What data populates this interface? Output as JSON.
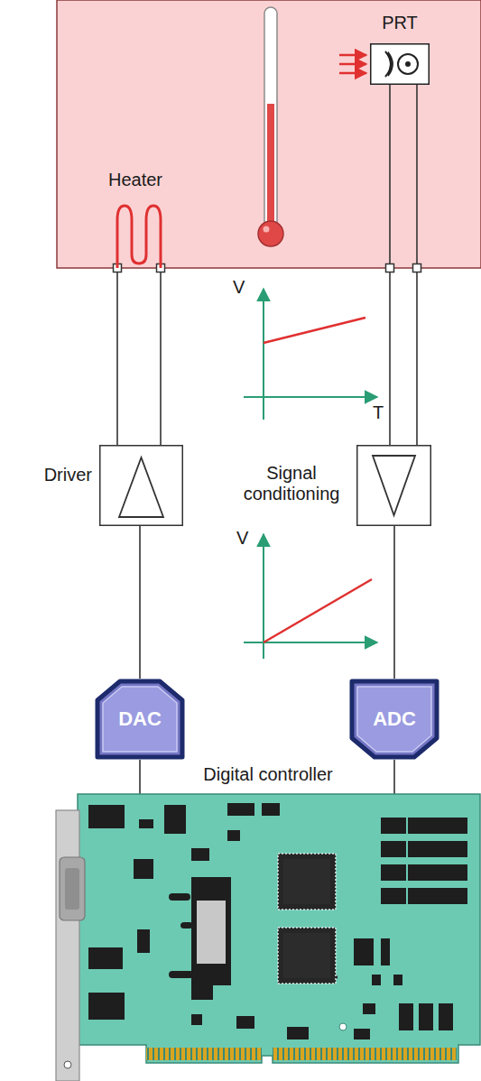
{
  "diagram": {
    "nodes": [
      {
        "text": [
          "Heater"
        ]
      },
      {
        "text": [
          "PRT"
        ]
      },
      {
        "text": [
          "Driver"
        ]
      },
      {
        "text": [
          "Signal conditioning"
        ]
      },
      {
        "text": [
          "DAC"
        ]
      },
      {
        "text": [
          "ADC"
        ]
      },
      {
        "text": [
          "Digital controller"
        ]
      }
    ],
    "edges": [
      {
        "from": 2,
        "to": 0,
        "arrow": "none"
      },
      {
        "from": 2,
        "to": 0,
        "arrow": "none"
      },
      {
        "from": 1,
        "to": 3,
        "arrow": "none"
      },
      {
        "from": 1,
        "to": 3,
        "arrow": "none"
      },
      {
        "from": 3,
        "to": 5,
        "arrow": "none"
      },
      {
        "from": 5,
        "to": 6,
        "arrow": "none"
      },
      {
        "from": 6,
        "to": 4,
        "arrow": "none"
      },
      {
        "from": 4,
        "to": 2,
        "arrow": "none"
      }
    ],
    "labels": [
      "V",
      "T",
      "V"
    ]
  }
}
